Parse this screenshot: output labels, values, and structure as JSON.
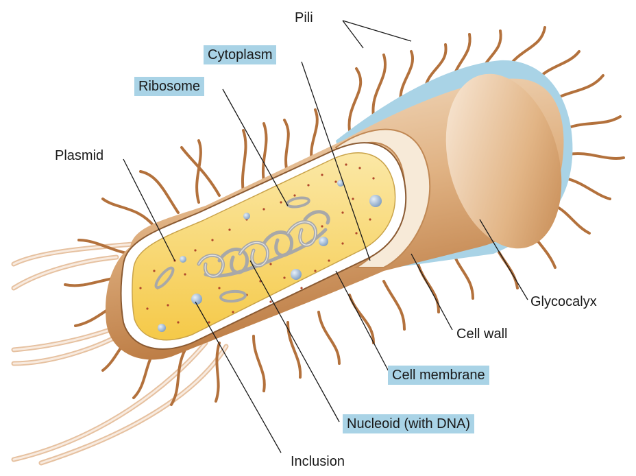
{
  "labels": {
    "pili": "Pili",
    "cytoplasm": "Cytoplasm",
    "ribosome": "Ribosome",
    "plasmid": "Plasmid",
    "glycocalyx": "Glycocalyx",
    "cell_wall": "Cell wall",
    "cell_membrane": "Cell membrane",
    "nucleoid": "Nucleoid (with DNA)",
    "inclusion": "Inclusion"
  },
  "colors": {
    "highlight": "#a9d3e6",
    "glycocalyx": "#a9d3e6",
    "cell_wall": "#d29a66",
    "cytoplasm": "#f5d062",
    "pili": "#b3713c",
    "dna": "#a8a8a8",
    "inclusion": "#9fb8d4"
  }
}
